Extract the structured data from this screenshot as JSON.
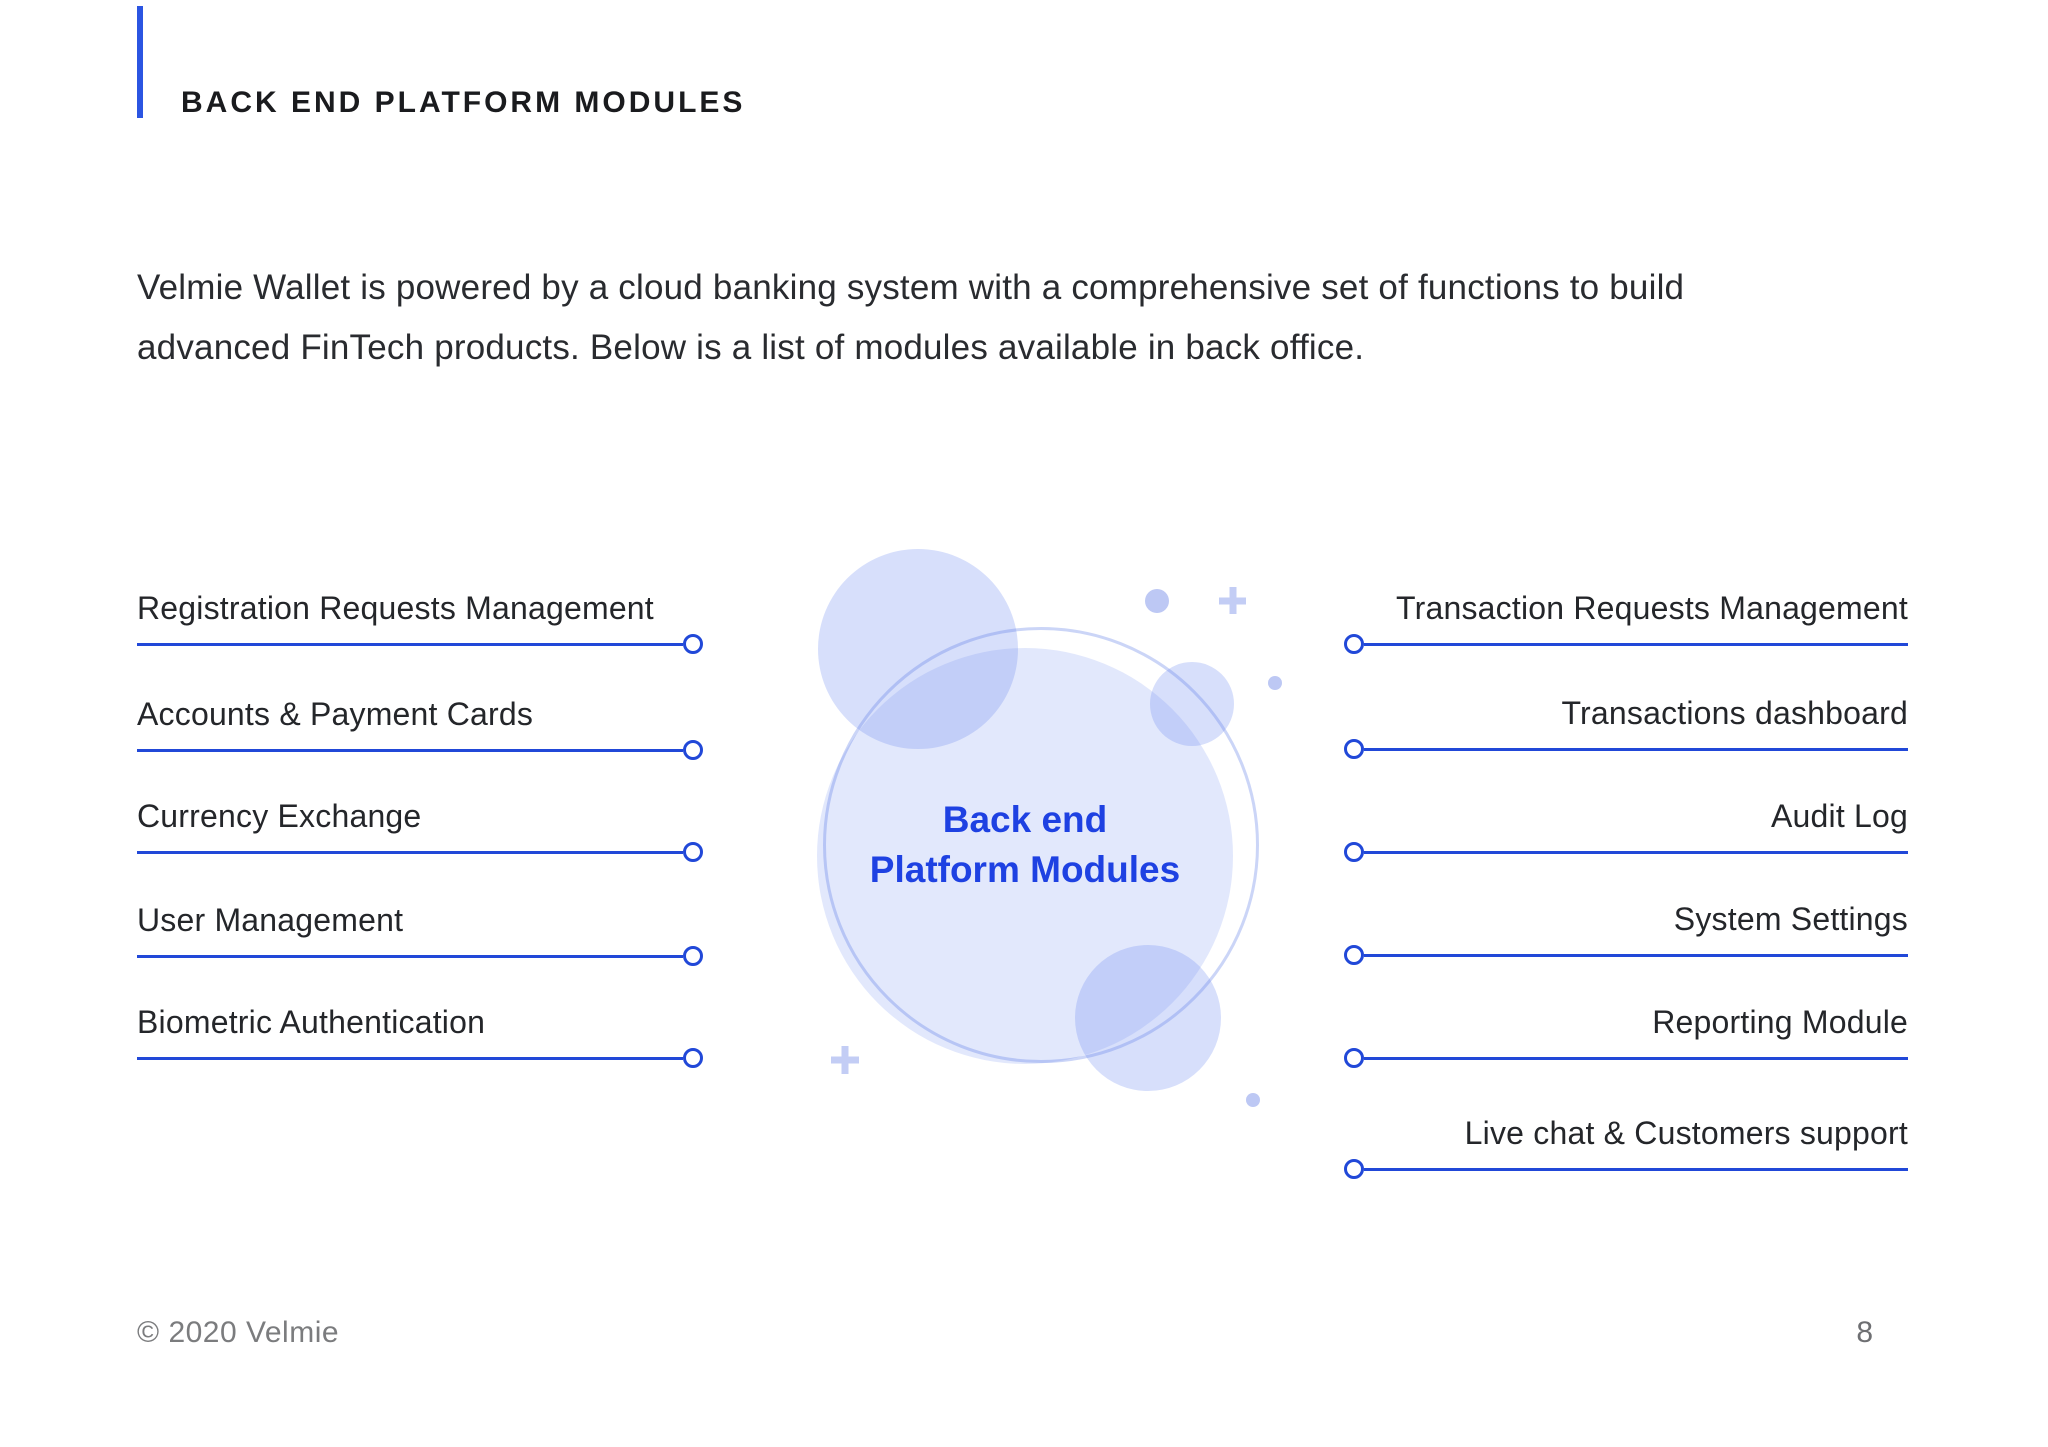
{
  "slide": {
    "kicker": "BACK END PLATFORM MODULES",
    "intro": {
      "line1": "Velmie Wallet is powered by a cloud banking system with a comprehensive set of functions to build",
      "line2": "advanced FinTech products. Below is a list of modules available in back office."
    },
    "center_bubble": {
      "line1": "Back end",
      "line2": "Platform Modules"
    },
    "left_modules": [
      "Registration Requests Management",
      "Accounts & Payment Cards",
      "Currency Exchange",
      "User Management",
      "Biometric Authentication"
    ],
    "right_modules": [
      "Transaction Requests Management",
      "Transactions dashboard",
      "Audit Log",
      "System Settings",
      "Reporting Module",
      "Live chat & Customers support"
    ],
    "footer": {
      "copyright": "© 2020 Velmie",
      "page_number": "8"
    },
    "colors": {
      "accent_bar": "#2b55e2",
      "connector_blue": "#2148d8",
      "center_text_blue": "#1e41e2",
      "bubble_fill": "#dde3fa",
      "footer_gray": "#7b7c7e"
    }
  }
}
